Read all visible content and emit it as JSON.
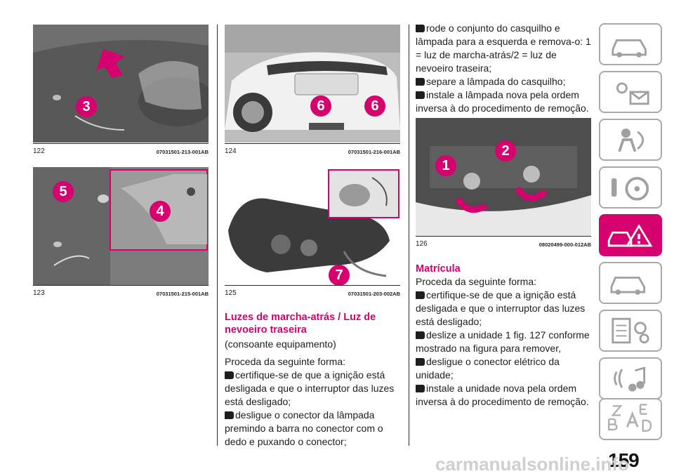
{
  "figures": {
    "f122": {
      "number": "122",
      "code": "07031501-213-001AB",
      "callouts": [
        "3"
      ]
    },
    "f123": {
      "number": "123",
      "code": "07031501-215-001AB",
      "callouts": [
        "5",
        "4"
      ]
    },
    "f124": {
      "number": "124",
      "code": "07031501-216-001AB",
      "callouts": [
        "6",
        "6"
      ]
    },
    "f125": {
      "number": "125",
      "code": "07031501-203-002AB",
      "callouts": [
        "7"
      ]
    },
    "f126": {
      "number": "126",
      "code": "08020499-000-012AB",
      "callouts": [
        "1",
        "2"
      ]
    }
  },
  "section_reverse": {
    "heading": "Luzes de marcha-atrás / Luz de nevoeiro traseira",
    "subtitle": "(consoante equipamento)",
    "intro": "Proceda da seguinte forma:",
    "steps": [
      "certifique-se de que a ignição está desligada e que o interruptor das luzes está desligado;",
      "desligue o conector da lâmpada premindo a barra no conector com o dedo e puxando o conector;"
    ]
  },
  "column3_top": {
    "steps": [
      "rode o conjunto do casquilho e lâmpada para a esquerda e remova-o: 1 = luz de marcha-atrás/2 = luz de nevoeiro traseira;",
      "separe a lâmpada do casquilho;",
      "instale a lâmpada nova pela ordem inversa à do procedimento de remoção."
    ]
  },
  "section_plate": {
    "heading": "Matrícula",
    "intro": "Proceda da seguinte forma:",
    "steps": [
      "certifique-se de que a ignição está desligada e que o interruptor das luzes está desligado;",
      "deslize a unidade 1 fig. 127 conforme mostrado na figura para remover,",
      "desligue o conector elétrico da unidade;",
      "instale a unidade nova pela ordem inversa à do procedimento de remoção."
    ]
  },
  "tabs": [
    {
      "icon": "car-dashboard-icon",
      "active": false
    },
    {
      "icon": "warning-lights-icon",
      "active": false
    },
    {
      "icon": "safety-airbag-icon",
      "active": false
    },
    {
      "icon": "steering-wheel-icon",
      "active": false
    },
    {
      "icon": "emergency-icon",
      "active": true
    },
    {
      "icon": "car-service-icon",
      "active": false
    },
    {
      "icon": "technical-data-icon",
      "active": false
    },
    {
      "icon": "multimedia-icon",
      "active": false
    },
    {
      "icon": "alphabetical-index-icon",
      "active": false
    }
  ],
  "page_number": "159",
  "watermark": "carmanualsonline.info",
  "colors": {
    "accent": "#d6006f",
    "text": "#1e1e1e",
    "tab_border": "#a9a9a9"
  }
}
